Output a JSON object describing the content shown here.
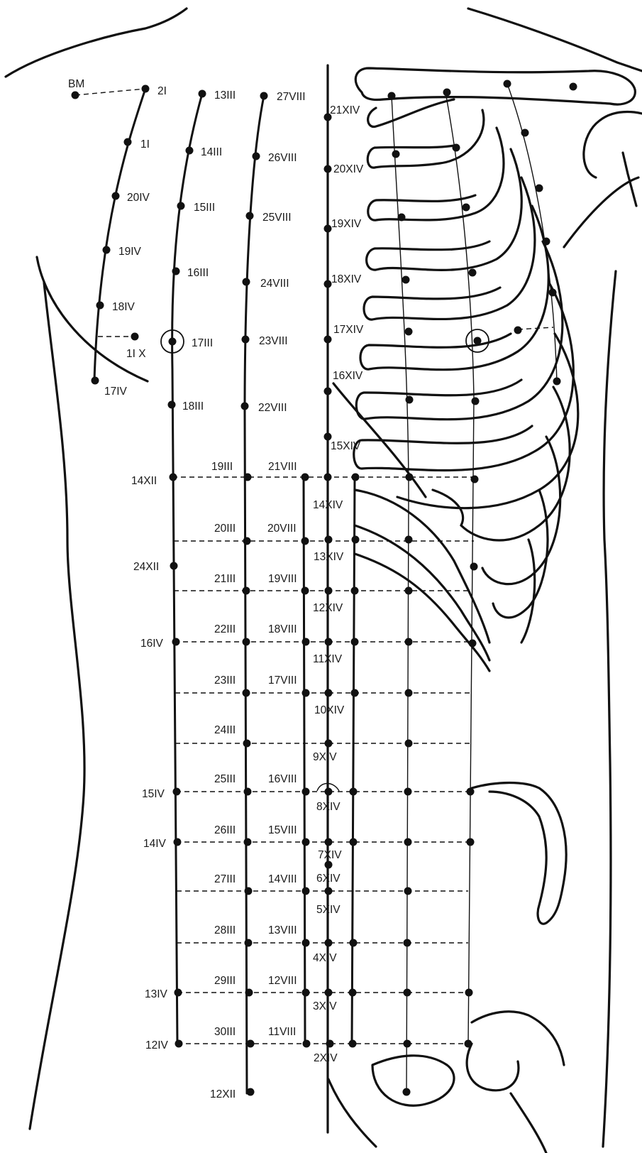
{
  "points": {
    "bm": "BM",
    "p2I": "2I",
    "p1I": "1I",
    "p20IV": "20IV",
    "p19IV": "19IV",
    "p18IV": "18IV",
    "p1IX": "1I X",
    "p17IV": "17IV",
    "p13III": "13III",
    "p14III": "14III",
    "p15III": "15III",
    "p16III": "16III",
    "p17III": "17III",
    "p18III": "18III",
    "p27VIII": "27VIII",
    "p26VIII": "26VIII",
    "p25VIII": "25VIII",
    "p24VIII": "24VIII",
    "p23VIII": "23VIII",
    "p22VIII": "22VIII",
    "p21XIV": "21XIV",
    "p20XIV": "20XIV",
    "p19XIV": "19XIV",
    "p18XIV": "18XIV",
    "p17XIV": "17XIV",
    "p16XIV": "16XIV",
    "p15XIV": "15XIV",
    "p14XII": "14XII",
    "p19III": "19III",
    "p21VIII": "21VIII",
    "p14XIV": "14XIV",
    "p20III": "20III",
    "p20VIII": "20VIII",
    "p13XIV": "13XIV",
    "p24XII": "24XII",
    "p21III": "21III",
    "p19VIII": "19VIII",
    "p12XIV": "12XIV",
    "p16IV": "16IV",
    "p22III": "22III",
    "p18VIII": "18VIII",
    "p11XIV": "11XIV",
    "p23III": "23III",
    "p17VIII": "17VIII",
    "p10XIV": "10XIV",
    "p24III": "24III",
    "p9XIV": "9XIV",
    "p15IV": "15IV",
    "p25III": "25III",
    "p16VIII": "16VIII",
    "p8XIV": "8XIV",
    "p14IV": "14IV",
    "p26III": "26III",
    "p15VIII": "15VIII",
    "p7XIV": "7XIV",
    "p6XIV": "6XIV",
    "p27III": "27III",
    "p14VIII": "14VIII",
    "p5XIV": "5XIV",
    "p28III": "28III",
    "p13VIII": "13VIII",
    "p4XIV": "4XIV",
    "p13IV": "13IV",
    "p29III": "29III",
    "p12VIII": "12VIII",
    "p3XIV": "3XIV",
    "p12IV": "12IV",
    "p30III": "30III",
    "p11VIII": "11VIII",
    "p2XIV": "2XIV",
    "p12XII": "12XII"
  }
}
